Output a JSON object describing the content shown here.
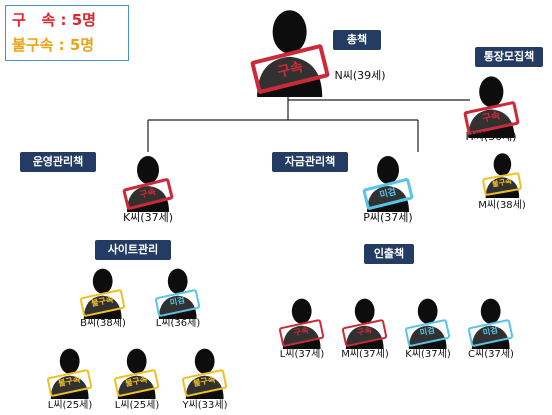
{
  "legend": {
    "arrested": {
      "label": "구   속 : 5명",
      "color": "#e0242c"
    },
    "not_arrested": {
      "label": "불구속 : 5명",
      "color": "#e8a317"
    }
  },
  "titles": {
    "leader": "총책",
    "recruit": "통장모집책",
    "operation": "운영관리책",
    "funds": "자금관리책",
    "site": "사이트관리",
    "withdraw": "인출책"
  },
  "stamp_colors": {
    "red": "#cc2a38",
    "blue": "#58c4e8",
    "yellow": "#f0c020"
  },
  "people": [
    {
      "id": "N",
      "label": "N씨(39세)",
      "stamp": "red",
      "stamp_text": "구속"
    },
    {
      "id": "H",
      "label": "H씨(30세)",
      "stamp": "red",
      "stamp_text": "구속"
    },
    {
      "id": "M1",
      "label": "M씨(38세)",
      "stamp": "yellow",
      "stamp_text": "불구속"
    },
    {
      "id": "K1",
      "label": "K씨(37세)",
      "stamp": "red",
      "stamp_text": "구속"
    },
    {
      "id": "P",
      "label": "P씨(37세)",
      "stamp": "blue",
      "stamp_text": "미검"
    },
    {
      "id": "B",
      "label": "B씨(38세)",
      "stamp": "yellow",
      "stamp_text": "불구속"
    },
    {
      "id": "L1",
      "label": "L씨(36세)",
      "stamp": "blue",
      "stamp_text": "미검"
    },
    {
      "id": "L2",
      "label": "L씨(25세)",
      "stamp": "yellow",
      "stamp_text": "불구속"
    },
    {
      "id": "L3",
      "label": "L씨(25세)",
      "stamp": "yellow",
      "stamp_text": "불구속"
    },
    {
      "id": "Y",
      "label": "Y씨(33세)",
      "stamp": "yellow",
      "stamp_text": "불구속"
    },
    {
      "id": "L4",
      "label": "L씨(37세)",
      "stamp": "red",
      "stamp_text": "구속"
    },
    {
      "id": "M2",
      "label": "M씨(37세)",
      "stamp": "red",
      "stamp_text": "구속"
    },
    {
      "id": "K2",
      "label": "K씨(37세)",
      "stamp": "blue",
      "stamp_text": "미검"
    },
    {
      "id": "C",
      "label": "C씨(37세)",
      "stamp": "blue",
      "stamp_text": "미검"
    }
  ]
}
